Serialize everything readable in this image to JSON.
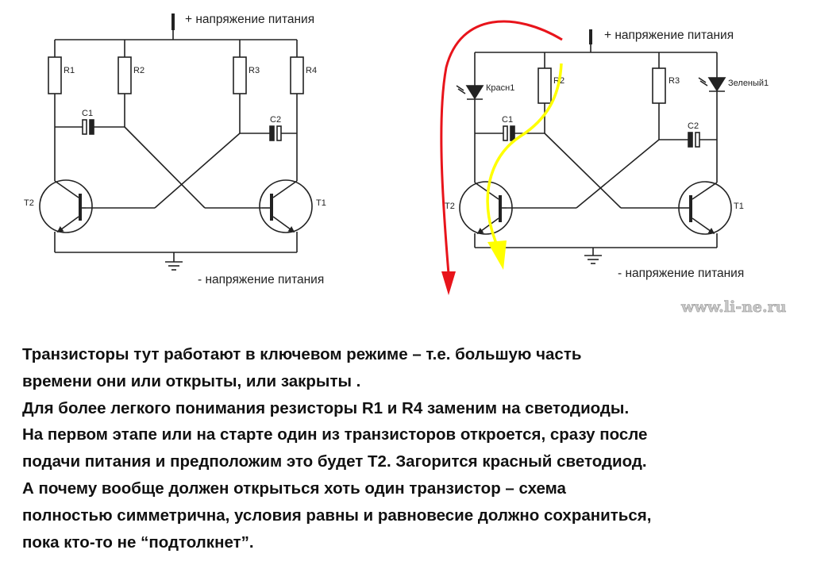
{
  "left_circuit": {
    "supply_plus": "+ напряжение питания",
    "supply_minus": "- напряжение питания",
    "r1": "R1",
    "r2": "R2",
    "r3": "R3",
    "r4": "R4",
    "c1": "C1",
    "c2": "C2",
    "t1": "T1",
    "t2": "T2"
  },
  "right_circuit": {
    "supply_plus": "+ напряжение питания",
    "supply_minus": "- напряжение питания",
    "led_red": "Красн1",
    "led_green": "Зеленый1",
    "r2": "R2",
    "r3": "R3",
    "c1": "C1",
    "c2": "C2",
    "t1": "T1",
    "t2": "T2",
    "arrow_red_color": "#e8141b",
    "arrow_yellow_color": "#ffff00"
  },
  "watermark": "www.li-ne.ru",
  "explanation": {
    "line1": "Транзисторы тут работают в ключевом режиме – т.е. большую часть",
    "line2": "времени они или открыты, или закрыты .",
    "line3": "Для более легкого понимания резисторы R1 и R4 заменим на светодиоды.",
    "line4": "На первом этапе или на старте один из транзисторов откроется, сразу после",
    "line5": "подачи питания и предположим это будет T2. Загорится красный светодиод.",
    "line6": "А почему вообще должен открыться хоть один транзистор – схема",
    "line7": "полностью симметрична, условия равны и равновесие должно сохраниться,",
    "line8": "пока кто-то не “подтолкнет”."
  }
}
